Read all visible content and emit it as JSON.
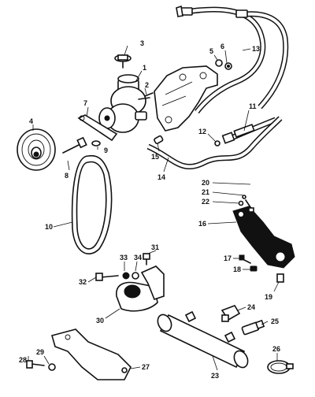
{
  "callouts": [
    {
      "id": "1",
      "label": "1"
    },
    {
      "id": "2",
      "label": "2"
    },
    {
      "id": "3",
      "label": "3"
    },
    {
      "id": "4",
      "label": "4"
    },
    {
      "id": "5",
      "label": "5"
    },
    {
      "id": "6",
      "label": "6"
    },
    {
      "id": "7",
      "label": "7"
    },
    {
      "id": "8",
      "label": "8"
    },
    {
      "id": "9",
      "label": "9"
    },
    {
      "id": "10",
      "label": "10"
    },
    {
      "id": "11",
      "label": "11"
    },
    {
      "id": "12",
      "label": "12"
    },
    {
      "id": "13",
      "label": "13"
    },
    {
      "id": "14",
      "label": "14"
    },
    {
      "id": "15",
      "label": "15"
    },
    {
      "id": "16",
      "label": "16"
    },
    {
      "id": "17",
      "label": "17"
    },
    {
      "id": "18",
      "label": "18"
    },
    {
      "id": "19",
      "label": "19"
    },
    {
      "id": "20",
      "label": "20"
    },
    {
      "id": "21",
      "label": "21"
    },
    {
      "id": "22",
      "label": "22"
    },
    {
      "id": "23",
      "label": "23"
    },
    {
      "id": "24",
      "label": "24"
    },
    {
      "id": "25",
      "label": "25"
    },
    {
      "id": "26",
      "label": "26"
    },
    {
      "id": "27",
      "label": "27"
    },
    {
      "id": "28",
      "label": "28"
    },
    {
      "id": "29",
      "label": "29"
    },
    {
      "id": "30",
      "label": "30"
    },
    {
      "id": "31",
      "label": "31"
    },
    {
      "id": "32",
      "label": "32"
    },
    {
      "id": "33",
      "label": "33"
    },
    {
      "id": "34",
      "label": "34"
    }
  ],
  "colors": {
    "ink": "#111111",
    "paper": "#ffffff"
  }
}
